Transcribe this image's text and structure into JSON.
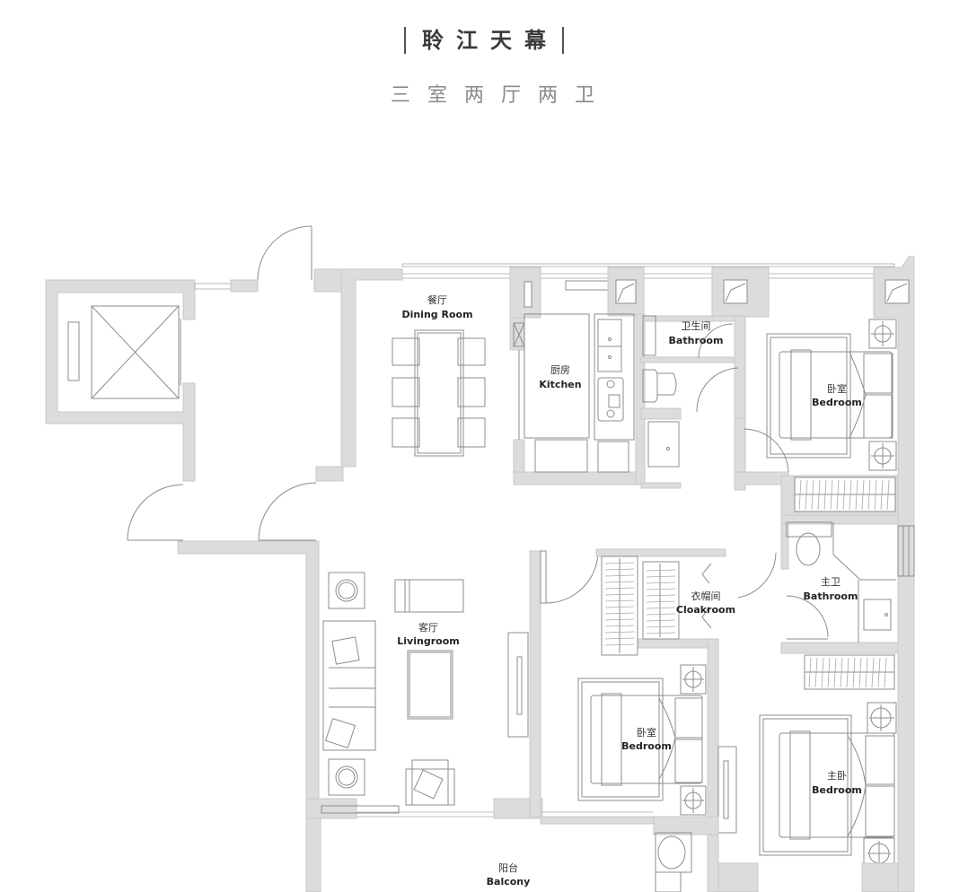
{
  "header": {
    "title": "聆江天幕",
    "subtitle": "三室两厅两卫"
  },
  "rooms": {
    "dining": {
      "cn": "餐厅",
      "en": "Dining Room"
    },
    "kitchen": {
      "cn": "厨房",
      "en": "Kitchen"
    },
    "bathroom_guest": {
      "cn": "卫生间",
      "en": "Bathroom"
    },
    "bedroom_ne": {
      "cn": "卧室",
      "en": "Bedroom"
    },
    "cloakroom": {
      "cn": "衣帽间",
      "en": "Cloakroom"
    },
    "bathroom_master": {
      "cn": "主卫",
      "en": "Bathroom"
    },
    "living": {
      "cn": "客厅",
      "en": "Livingroom"
    },
    "bedroom_mid": {
      "cn": "卧室",
      "en": "Bedroom"
    },
    "bedroom_master": {
      "cn": "主卧",
      "en": "Bedroom"
    },
    "balcony": {
      "cn": "阳台",
      "en": "Balcony"
    }
  },
  "colors": {
    "wall_fill": "#dcdcdc",
    "line": "#8c8c8c",
    "title_text": "#3a3a3a",
    "subtitle_text": "#8a8a8a"
  }
}
